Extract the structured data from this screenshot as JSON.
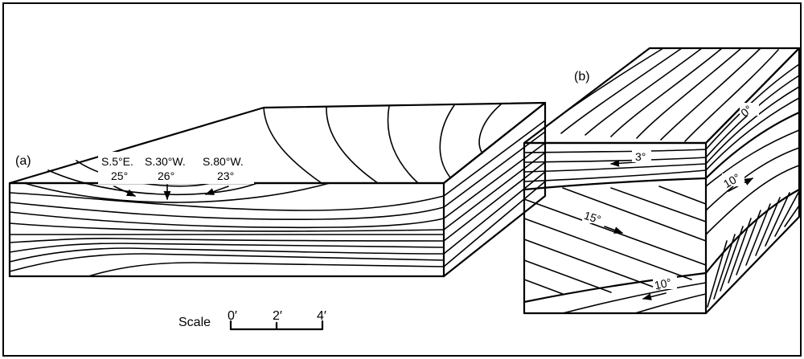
{
  "block_a": {
    "label": "(a)",
    "annotations": [
      {
        "bearing": "S.5°E.",
        "dip": "25°"
      },
      {
        "bearing": "S.30°W.",
        "dip": "26°"
      },
      {
        "bearing": "S.80°W.",
        "dip": "23°"
      }
    ]
  },
  "block_b": {
    "label": "(b)",
    "dips": [
      "0°",
      "3°",
      "10°",
      "15°",
      "10°"
    ]
  },
  "scale": {
    "label": "Scale",
    "ticks": [
      "0′",
      "2′",
      "4′"
    ]
  }
}
